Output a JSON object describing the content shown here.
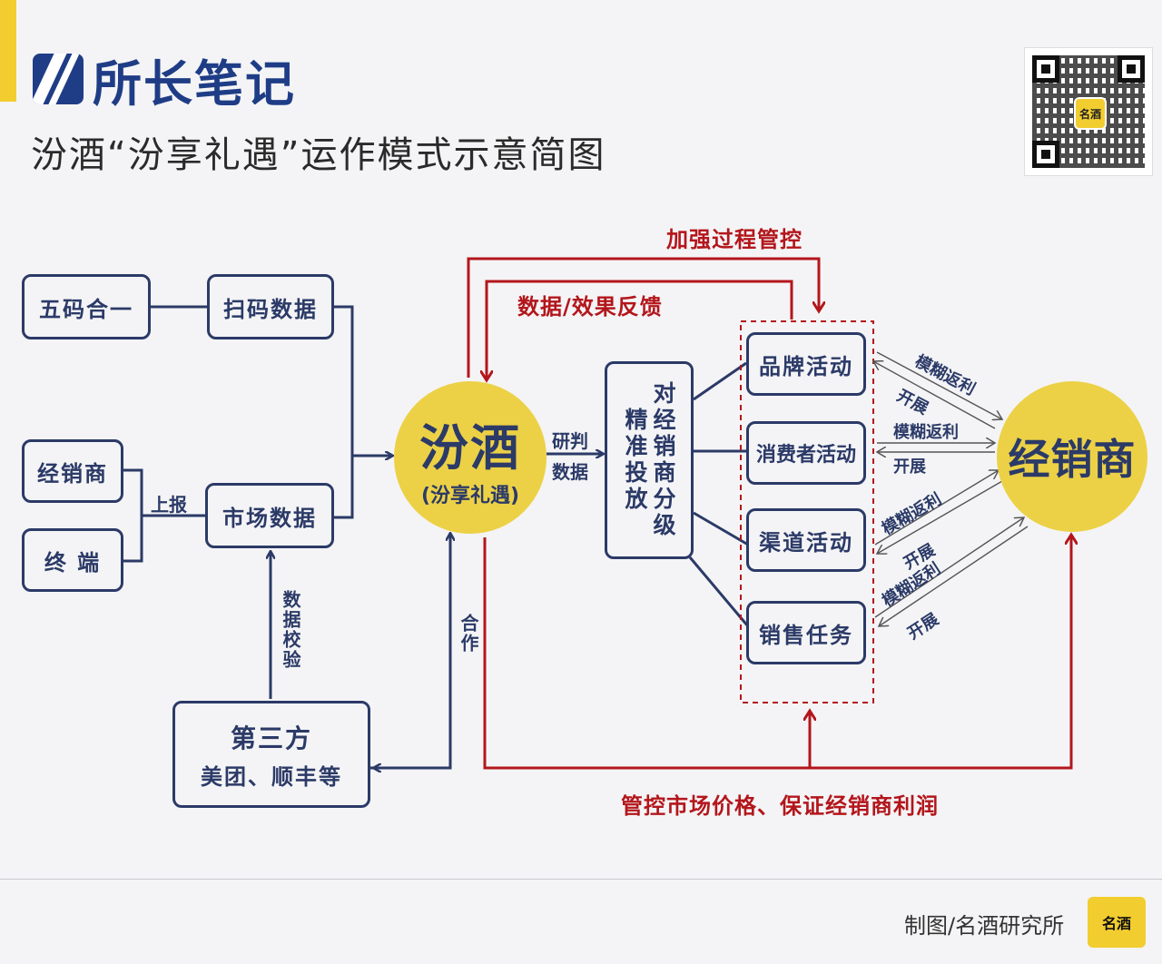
{
  "brand": {
    "name": "所长笔记"
  },
  "title": "汾酒“汾享礼遇”运作模式示意简图",
  "nodes": {
    "wuma": "五码合一",
    "saoma": "扫码数据",
    "jxs_small": "经销商",
    "zhongduan": "终 端",
    "shichang": "市场数据",
    "disanfang_1": "第三方",
    "disanfang_2": "美团、顺丰等",
    "fenjiu_main": "汾酒",
    "fenjiu_sub": "(汾享礼遇)",
    "jingzhun_col1": "精准投放",
    "jingzhun_col2": "对经销商分级",
    "pinpai": "品牌活动",
    "xiaofeizhe": "消费者活动",
    "qudao": "渠道活动",
    "xiaoshou": "销售任务",
    "jxs_big": "经销商"
  },
  "labels": {
    "shangbao": "上报",
    "jiaoyan": "数据校验",
    "hezuo": "合作",
    "yanpan_1": "研判",
    "yanpan_2": "数据",
    "jiaqiang": "加强过程管控",
    "fankui": "数据/效果反馈",
    "guankong": "管控市场价格、保证经销商利润",
    "mohu_1": "模糊返利",
    "kaizhan_1": "开展",
    "mohu_2": "模糊返利",
    "kaizhan_2": "开展",
    "mohu_3": "模糊返利",
    "kaizhan_3": "开展",
    "mohu_4": "模糊返利",
    "kaizhan_4": "开展"
  },
  "credit": "制图/名酒研究所",
  "credit_logo": "名酒",
  "qr_logo": "名酒",
  "colors": {
    "navy": "#2b3a67",
    "red": "#b3161b",
    "yellow": "#ecd146",
    "brand_blue": "#1f3d86"
  }
}
